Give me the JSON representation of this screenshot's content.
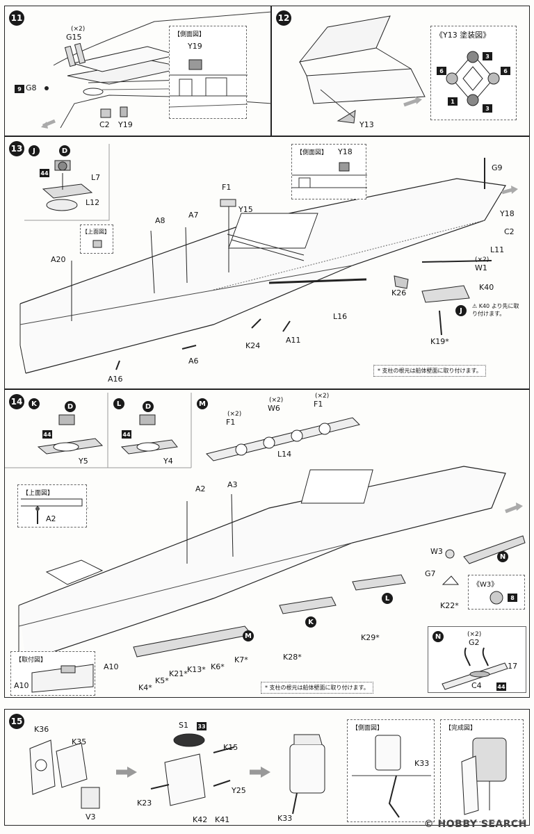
{
  "steps": {
    "s11": {
      "number": "11",
      "labels": {
        "g15": "G15",
        "g15_qty": "(×2)",
        "g8": "G8",
        "g8_badge": "9",
        "c2": "C2",
        "y19": "Y19"
      },
      "side_view_title": "【側面図】",
      "side_view_part": "Y19"
    },
    "s12": {
      "number": "12",
      "labels": {
        "y13": "Y13"
      },
      "paint_title": "《Y13 塗装図》",
      "paint_numbers": [
        "3",
        "6",
        "6",
        "1",
        "3"
      ]
    },
    "s13": {
      "number": "13",
      "sub_j": "J",
      "d": "D",
      "n44": "44",
      "labels": {
        "l7": "L7",
        "l12": "L12",
        "f1": "F1",
        "y15": "Y15",
        "a7": "A7",
        "a8": "A8",
        "a20": "A20",
        "g9": "G9",
        "y18": "Y18",
        "c2": "C2",
        "l11": "L11",
        "w1": "W1",
        "w1_qty": "(×2)",
        "k40": "K40",
        "k26": "K26",
        "l16": "L16",
        "k24": "K24",
        "a11": "A11",
        "a6": "A6",
        "a16": "A16",
        "k19": "K19*"
      },
      "top_view_title": "【上面図】",
      "side_view_title": "【側面図】",
      "side_view_part": "Y18",
      "warning": "K40 より先に取り付けます。",
      "footnote": "* 支柱の根元は船体壁面に取り付けます。"
    },
    "s14": {
      "number": "14",
      "sub_k": "K",
      "sub_l": "L",
      "sub_m": "M",
      "sub_n": "N",
      "d": "D",
      "n44": "44",
      "labels": {
        "y5": "Y5",
        "y4": "Y4",
        "f1a": "F1",
        "f1a_qty": "(×2)",
        "w6": "W6",
        "w6_qty": "(×2)",
        "f1b": "F1",
        "f1b_qty": "(×2)",
        "l14": "L14",
        "a2_top": "A2",
        "a3": "A3",
        "a2": "A2",
        "w3": "W3",
        "g7": "G7",
        "k22": "K22*",
        "k28": "K28*",
        "k29": "K29*",
        "a10": "A10",
        "a10b": "A10",
        "k4": "K4*",
        "k5": "K5*",
        "k21": "K21*",
        "k13": "K13*",
        "k6": "K6*",
        "k7": "K7*",
        "g2": "G2",
        "g2_qty": "(×2)",
        "l17": "L17",
        "c4": "C4",
        "c4_badge": "44"
      },
      "top_view_title": "【上面図】",
      "mount_title": "【取付図】",
      "w3_title": "《W3》",
      "w3_badge": "8",
      "footnote": "* 支柱の根元は船体壁面に取り付けます。"
    },
    "s15": {
      "number": "15",
      "labels": {
        "k36": "K36",
        "k35": "K35",
        "v3": "V3",
        "s1": "S1",
        "s1_badge": "33",
        "k15": "K15",
        "k23": "K23",
        "k42": "K42",
        "k41": "K41",
        "y25": "Y25",
        "k33": "K33",
        "k33b": "K33"
      },
      "side_view_title": "【側面図】",
      "complete_title": "【完成図】"
    }
  },
  "watermark": "© HOBBY SEARCH"
}
